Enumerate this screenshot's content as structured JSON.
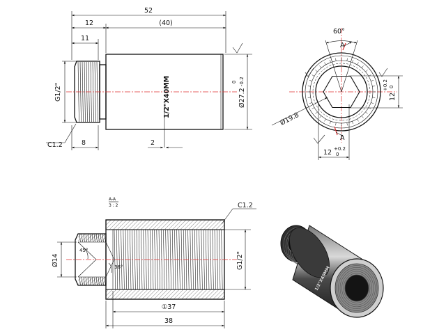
{
  "side_view": {
    "overall_length": "52",
    "thread_step_length": "12",
    "body_length": "(40)",
    "thread_length": "11",
    "thread_designation": "G1/2\"",
    "chamfer": "C1.2",
    "chamfer_width": "8",
    "engraving_depth": "2",
    "engraving_text": "1/2\"X40MM",
    "body_diameter": "Ø27.2",
    "body_tol_upper": "0",
    "body_tol_lower": "-0.2"
  },
  "end_view": {
    "angle": "60°",
    "section_label_top": "A",
    "section_label_bottom": "A",
    "hex_height": "12",
    "hex_height_tol_upper": "+0.2",
    "hex_height_tol_lower": "0",
    "hex_width": "12",
    "hex_width_tol_upper": "+0.2",
    "hex_width_tol_lower": "0",
    "bore_diameter": "Ø19.8"
  },
  "section_view": {
    "title": "A-A",
    "scale": "3 : 2",
    "chamfer": "C1.2",
    "inner_diameter": "Ø14",
    "angle_outer": "45°",
    "angle_inner": "36°",
    "thread_designation": "G1/2\"",
    "thread_depth": "①37",
    "body_length": "38"
  },
  "iso_view": {
    "engraving_text": "1/2\"X40MM"
  },
  "colors": {
    "line": "#111111",
    "centerline": "#e03030",
    "body_shade": "#2e2e2e",
    "highlight": "#d9d9d9"
  }
}
